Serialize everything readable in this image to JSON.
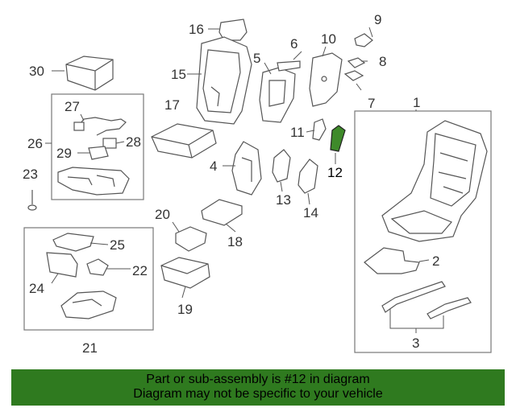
{
  "callouts": {
    "c1": "1",
    "c2": "2",
    "c3": "3",
    "c4": "4",
    "c5": "5",
    "c6": "6",
    "c7": "7",
    "c8": "8",
    "c9": "9",
    "c10": "10",
    "c11": "11",
    "c12": "12",
    "c13": "13",
    "c14": "14",
    "c15": "15",
    "c16": "16",
    "c17": "17",
    "c18": "18",
    "c19": "19",
    "c20": "20",
    "c21": "21",
    "c22": "22",
    "c23": "23",
    "c24": "24",
    "c25": "25",
    "c26": "26",
    "c27": "27",
    "c28": "28",
    "c29": "29",
    "c30": "30"
  },
  "highlight": {
    "part_color": "#3e8a2a"
  },
  "banner": {
    "line1": "Part or sub-assembly is #12 in diagram",
    "line2": "Diagram may not be specific to your vehicle",
    "color": "#2f7a1f"
  }
}
